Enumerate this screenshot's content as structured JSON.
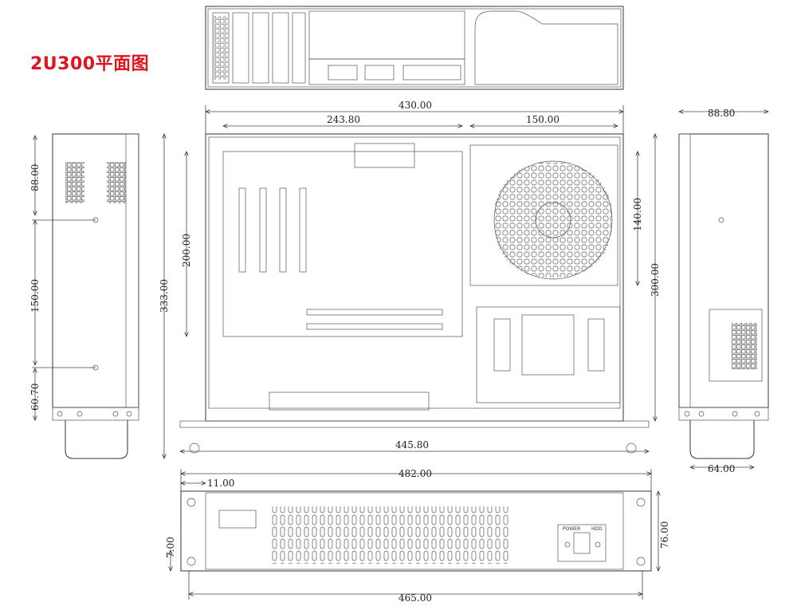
{
  "title": "2U300平面图",
  "accent_color": "#e0141e",
  "dimensions": {
    "top_width": "430.00",
    "board_width": "243.80",
    "psu_width": "150.00",
    "side_depth": "88.80",
    "left_88": "88.00",
    "left_150": "150.00",
    "left_6070": "60.70",
    "board_depth": "200.00",
    "overall_depth": "333.00",
    "psu_140": "140.00",
    "right_300": "300.00",
    "body_4458": "445.80",
    "ear_64": "64.00",
    "offset_11": "11.00",
    "front_482": "482.00",
    "front_465": "465.00",
    "height_7": "7.00",
    "height_76": "76.00"
  },
  "front_panel": {
    "power_label": "POWER",
    "hdd_label": "HDD"
  }
}
